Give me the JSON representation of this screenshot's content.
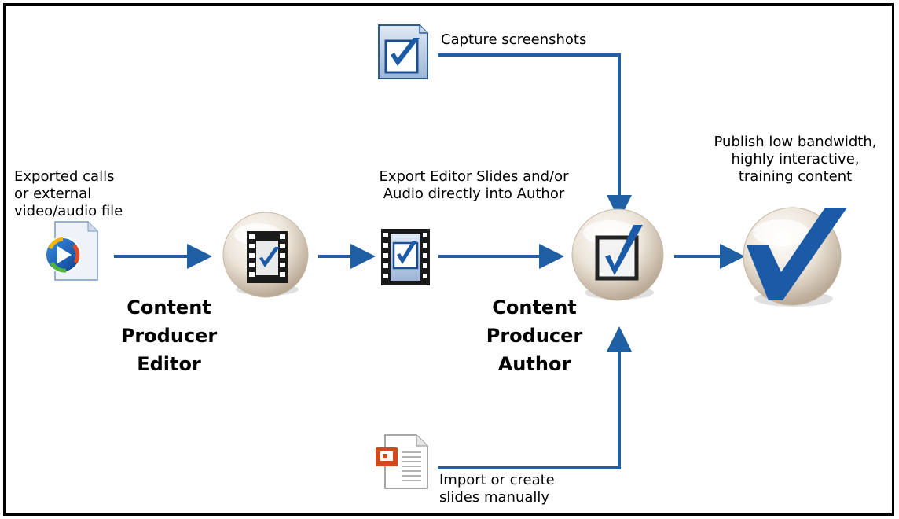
{
  "labels": {
    "capture": "Capture screenshots",
    "exported": [
      "Exported calls",
      "or external",
      "video/audio file"
    ],
    "export_editor": [
      "Export Editor Slides and/or",
      "Audio directly into Author"
    ],
    "publish": [
      "Publish low bandwidth,",
      "highly interactive,",
      "training content"
    ],
    "editor_name": [
      "Content",
      "Producer",
      "Editor"
    ],
    "author_name": [
      "Content",
      "Producer",
      "Author"
    ],
    "import": [
      "Import or create",
      "slides manually"
    ]
  },
  "colors": {
    "arrow": "#1f5fa3",
    "check": "#1b5aa6",
    "sphere_light": "#ffffff",
    "sphere_dark": "#c9bcaa"
  },
  "icons": {
    "capture": "checkbox-document-icon",
    "media": "windows-media-file-icon",
    "editor": "editor-sphere-icon",
    "slides": "film-slide-icon",
    "author": "author-sphere-icon",
    "publish": "publish-checkmark-sphere-icon",
    "import": "powerpoint-document-icon"
  }
}
